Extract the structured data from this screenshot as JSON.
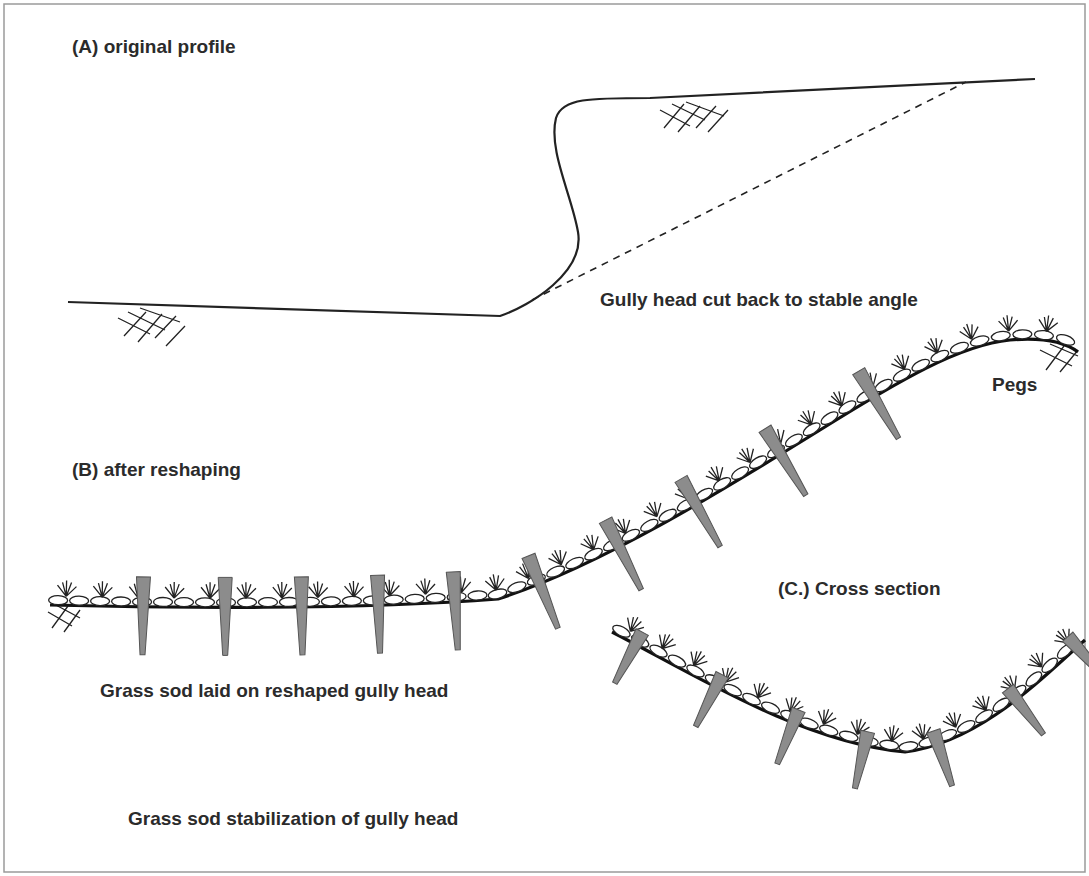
{
  "diagram": {
    "caption": "Grass sod stabilization of gully head",
    "labels": [
      "(A) original profile",
      "Gully head cut back to stable angle",
      "Pegs",
      "(B) after reshaping",
      "(C.) Cross section",
      "Grass sod laid on reshaped gully head"
    ]
  }
}
